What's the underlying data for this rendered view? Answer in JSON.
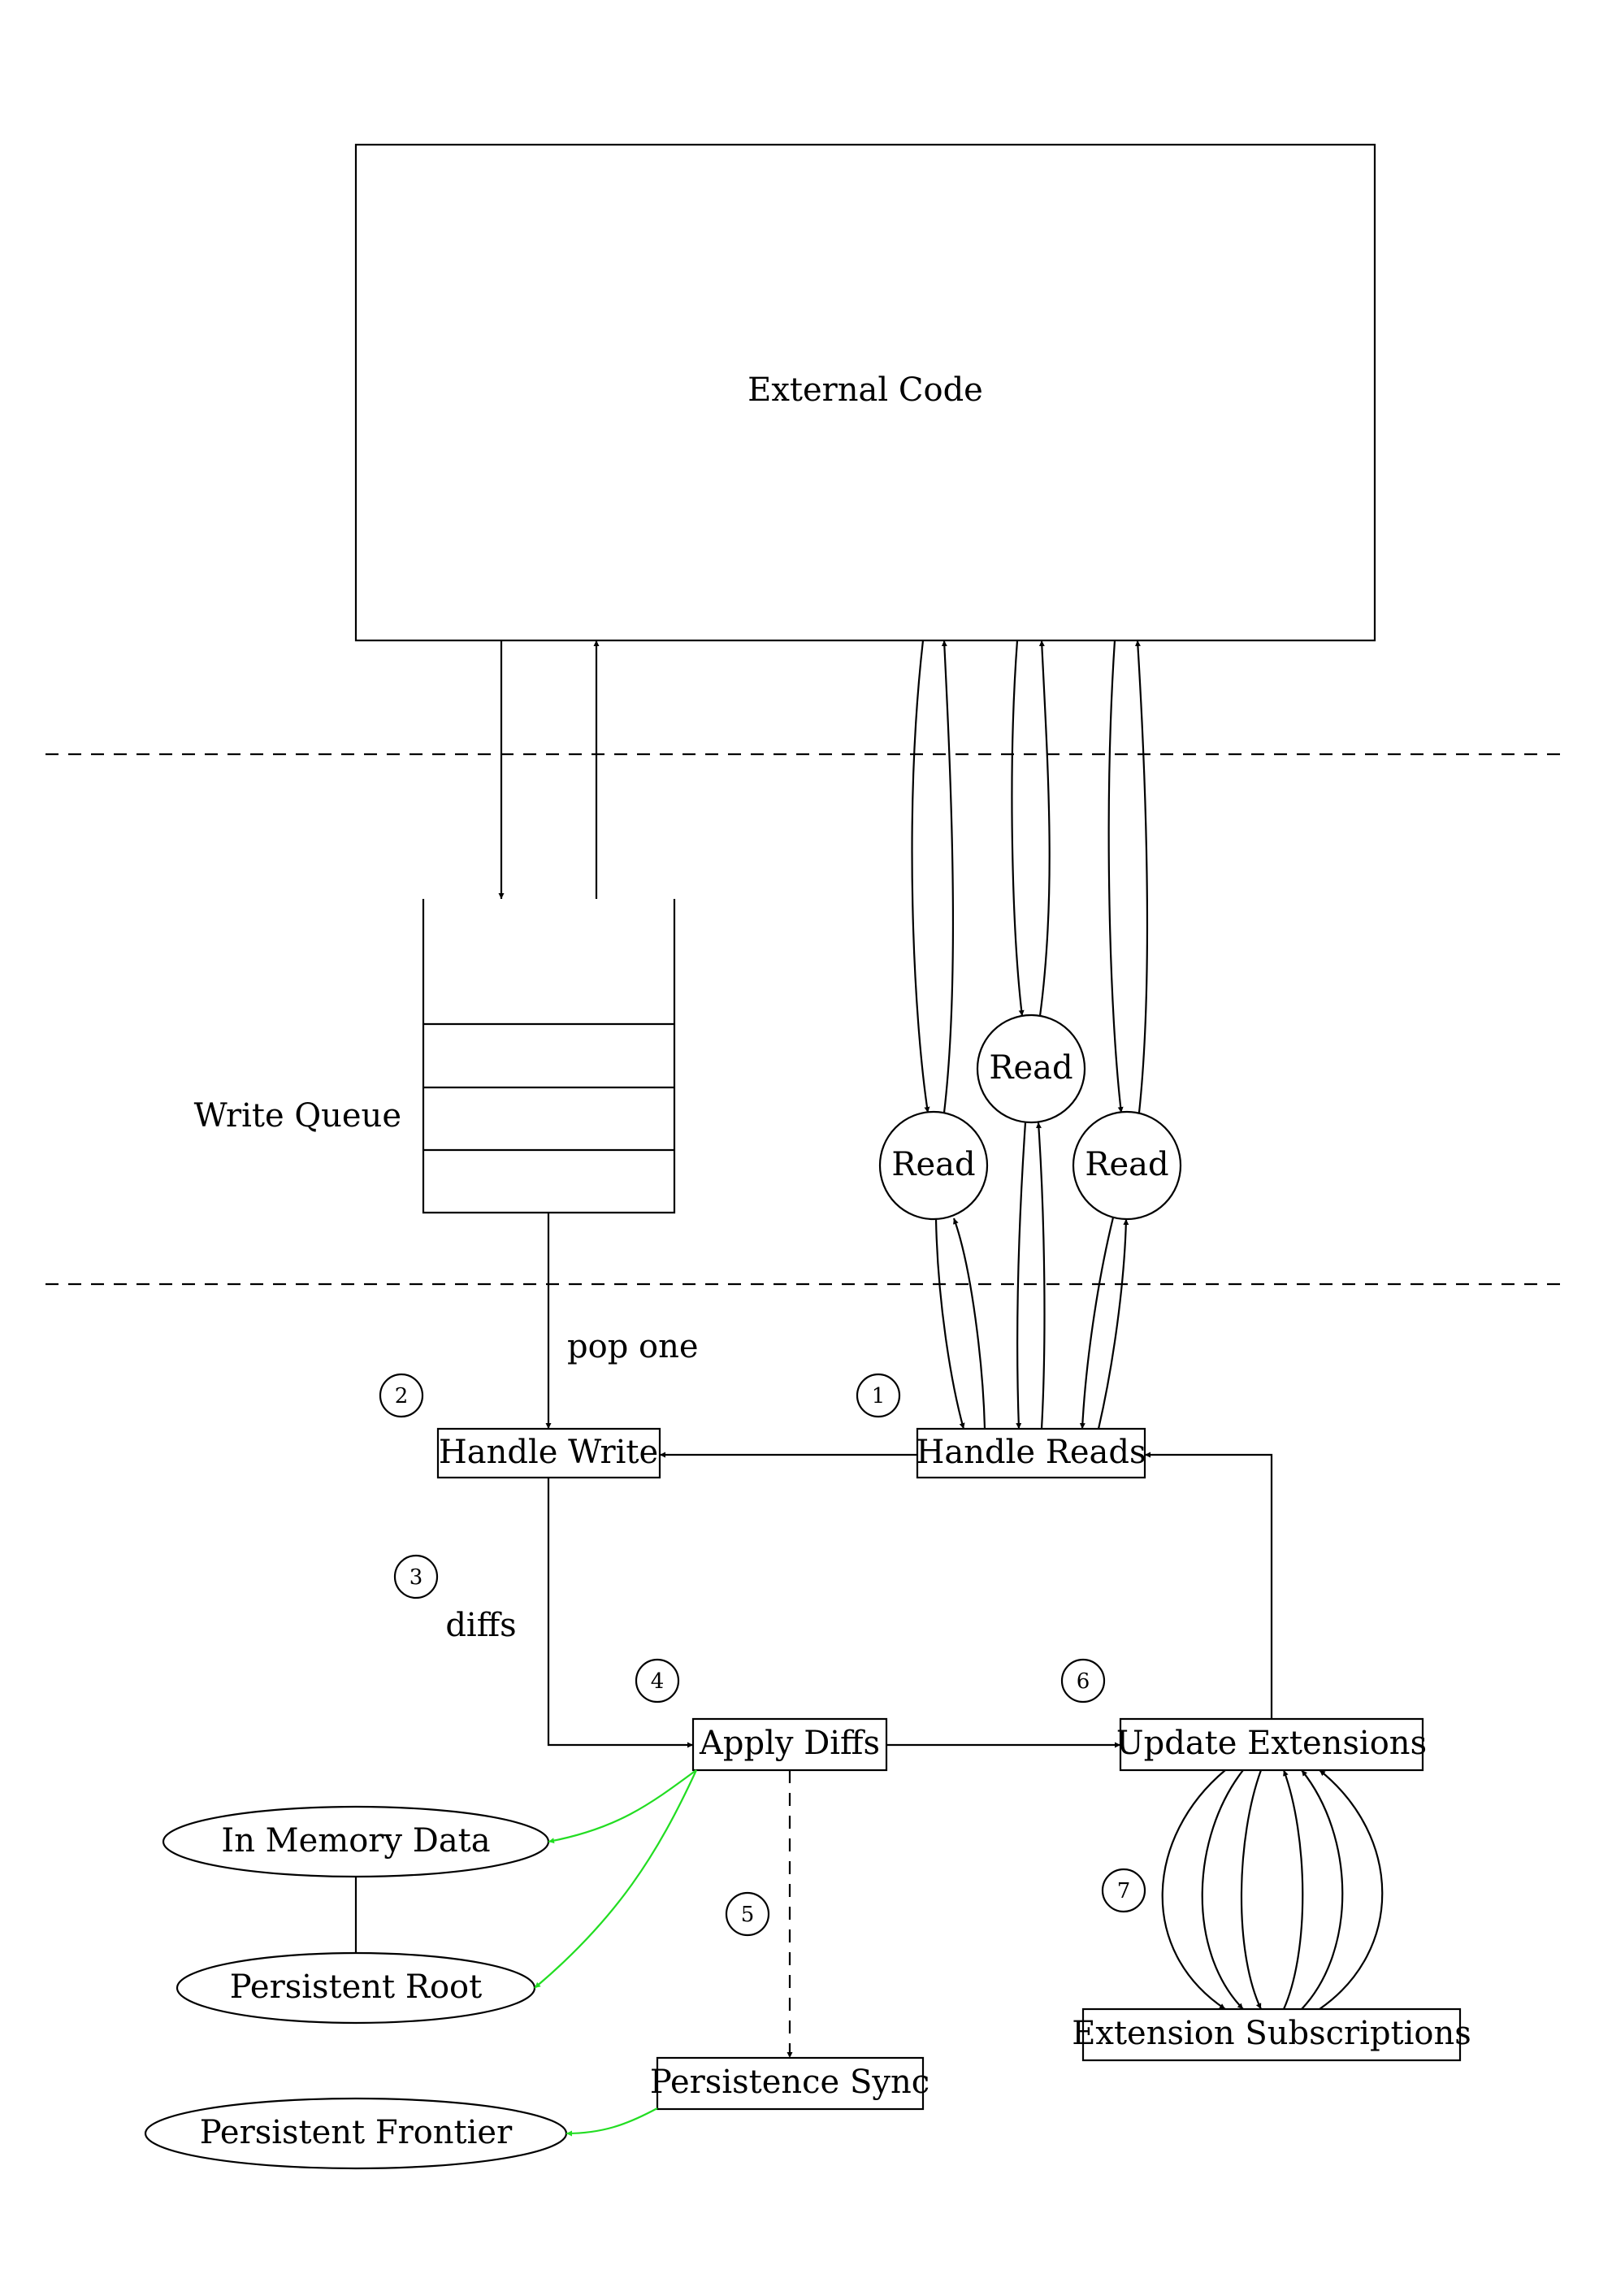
{
  "nodes": {
    "external_code": "External Code",
    "write_queue": "Write Queue",
    "read_a": "Read",
    "read_b": "Read",
    "read_c": "Read",
    "handle_write": "Handle Write",
    "handle_reads": "Handle Reads",
    "apply_diffs": "Apply Diffs",
    "update_extensions": "Update Extensions",
    "extension_subscriptions": "Extension Subscriptions",
    "in_memory_data": "In Memory Data",
    "persistent_root": "Persistent Root",
    "persistence_sync": "Persistence Sync",
    "persistent_frontier": "Persistent Frontier"
  },
  "edge_labels": {
    "pop_one": "pop one",
    "diffs": "diffs"
  },
  "step_numbers": {
    "s1": "1",
    "s2": "2",
    "s3": "3",
    "s4": "4",
    "s5": "5",
    "s6": "6",
    "s7": "7"
  },
  "colors": {
    "line": "#000000",
    "highlight_edge": "#22dd22"
  }
}
